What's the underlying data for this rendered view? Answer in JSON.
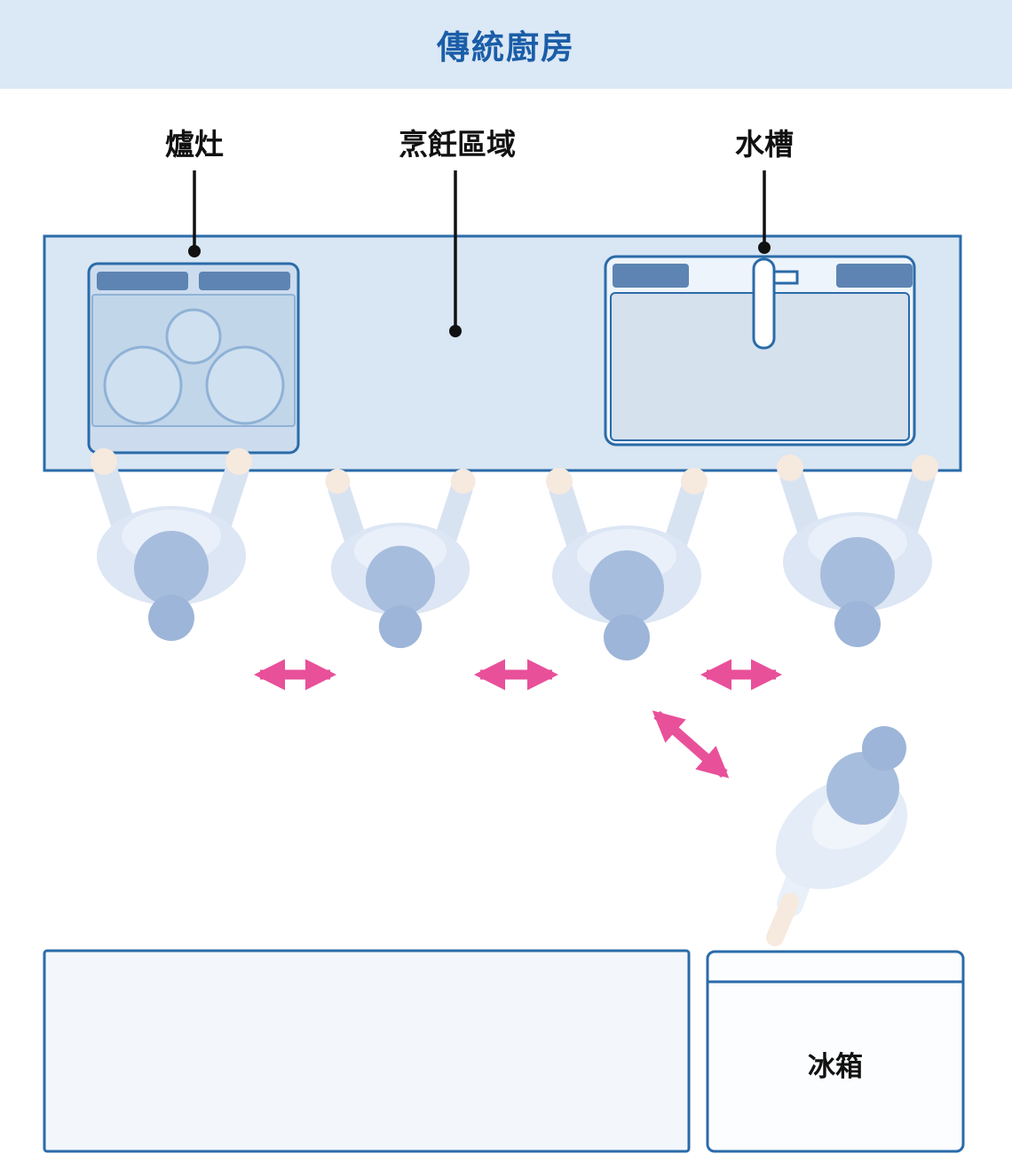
{
  "title": "傳統廚房",
  "labels": {
    "stove": "爐灶",
    "cooking_area": "烹飪區域",
    "sink": "水槽",
    "fridge": "冰箱"
  },
  "colors": {
    "header_bg": "#dbe8f5",
    "title_text": "#1a5da8",
    "outline_blue": "#2a6ba9",
    "counter_fill": "#d9e6f3",
    "stove_fill": "#ccdcee",
    "stove_surface_fill": "#c2d6ea",
    "knob_fill": "#5d84b2",
    "burner_stroke": "#8fb2d6",
    "sink_fill": "#eef4fb",
    "basin_fill": "#d6e1ee",
    "person_body": "#d8e3f2",
    "person_head": "#a7bddd",
    "person_bun": "#9db5d8",
    "hand_skin": "#f6e9de",
    "arrow_pink": "#e8509a",
    "island_fill": "#f3f7fc",
    "fridge_fill": "#fbfdff",
    "callout_black": "#111111"
  }
}
